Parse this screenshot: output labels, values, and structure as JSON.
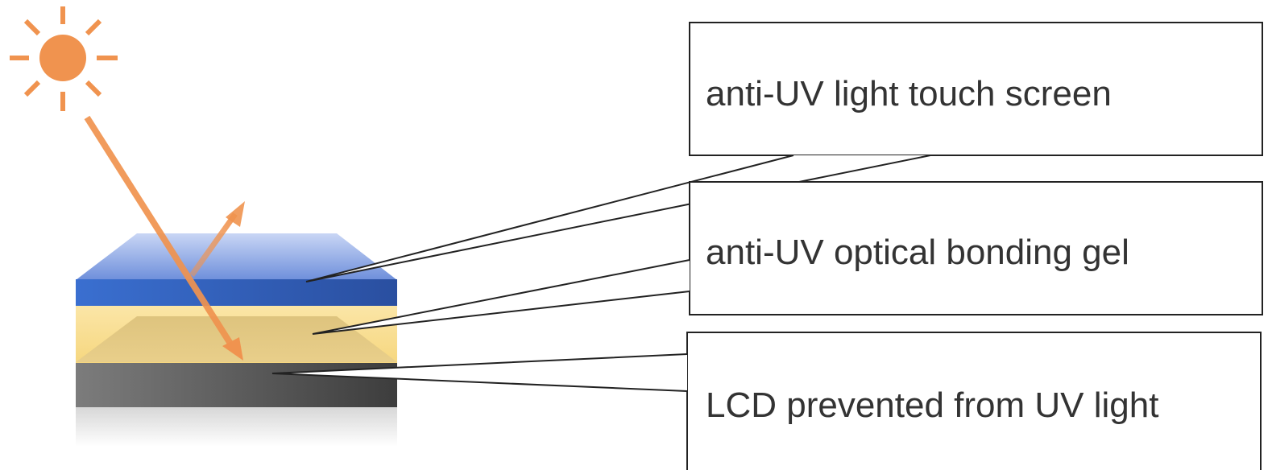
{
  "callouts": {
    "touch_screen": "anti-UV light touch screen",
    "bonding_gel": "anti-UV optical bonding gel",
    "lcd": "LCD prevented from UV light"
  },
  "colors": {
    "sun": "#F0934F",
    "arrow": "#F0934F",
    "touch_layer": "#3E6BC8",
    "gel_layer": "#FADF95",
    "lcd_layer": "#5A5A5A",
    "outline": "#222222"
  },
  "icons": {
    "sun": "sun-icon"
  }
}
